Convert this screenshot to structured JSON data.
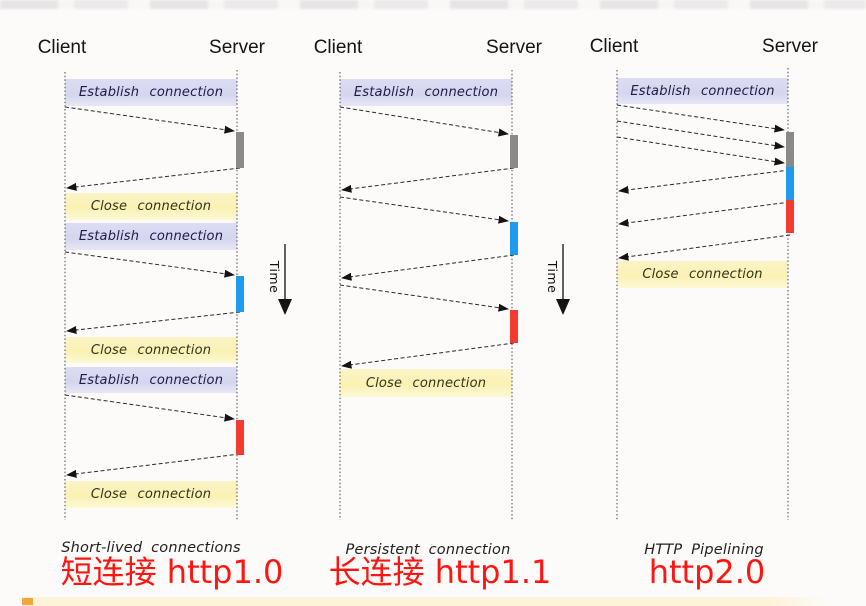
{
  "labels": {
    "client": "Client",
    "server": "Server",
    "establish": "Establish connection",
    "close": "Close connection",
    "time": "Time"
  },
  "columns": [
    {
      "caption": "Short-lived connections",
      "subtitle": "短连接 http1.0"
    },
    {
      "caption": "Persistent connection",
      "subtitle": "长连接 http1.1"
    },
    {
      "caption": "HTTP Pipelining",
      "subtitle": "http2.0"
    }
  ],
  "colors": {
    "bar-gray": "#8a8a8a",
    "bar-blue": "#1e9bef",
    "bar-red": "#f43b30",
    "band-establish": "#d8d8f0",
    "band-close": "#faf2bb",
    "subtitle-red": "#fd1511",
    "strip-cream": "#fdf3d8",
    "accent-orange": "#f2a63e"
  }
}
